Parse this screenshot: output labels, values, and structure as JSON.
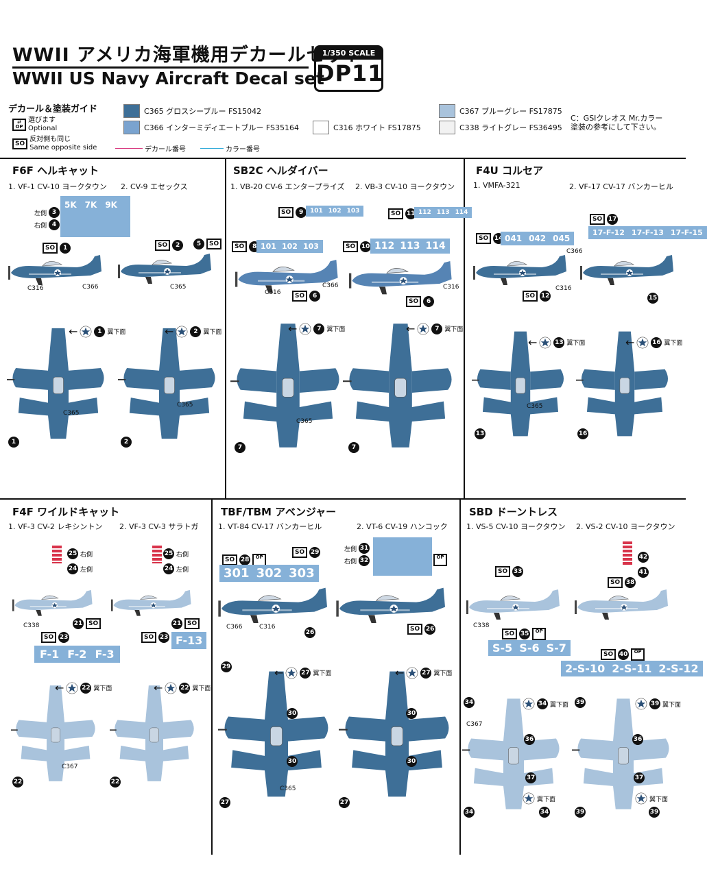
{
  "header": {
    "title_jp": "WWII アメリカ海軍機用デカールセット",
    "title_en": "WWII US Navy Aircraft Decal set",
    "scale": "1/350 SCALE",
    "code": "DP11"
  },
  "guide": {
    "title": "デカール＆塗装ガイド",
    "optional_jp": "選びます",
    "optional_en": "Optional",
    "optional_box": "OP",
    "so_box": "SO",
    "so_jp": "反対側も同じ",
    "so_en": "Same opposite side",
    "decal_line": "デカール番号",
    "color_line": "カラー番号",
    "note": "C：GSIクレオス Mr.カラー\n塗装の参考にして下さい。",
    "colors": [
      {
        "label": "C365 グロスシーブルー FS15042",
        "hex": "#3e6f97"
      },
      {
        "label": "C366 インターミディエートブルー FS35164",
        "hex": "#7aa3cf"
      },
      {
        "label": "C316 ホワイト FS17875",
        "hex": "#ffffff"
      },
      {
        "label": "C367 ブルーグレー FS17875",
        "hex": "#a9c3dc"
      },
      {
        "label": "C338 ライトグレー FS36495",
        "hex": "#f2f2f2"
      }
    ]
  },
  "common": {
    "left": "左側",
    "right": "右側",
    "underside": "翼下面"
  },
  "f6f": {
    "title": "F6F ヘルキャット",
    "v1": "1. VF-1 CV-10 ヨークタウン",
    "v2": "2. CV-9 エセックス",
    "nums": [
      "3",
      "4",
      "1",
      "2",
      "5"
    ],
    "decal": [
      "5K",
      "7K",
      "9K"
    ],
    "colors": [
      "C316",
      "C366",
      "C365",
      "C365",
      "C365"
    ]
  },
  "sb2c": {
    "title": "SB2C ヘルダイバー",
    "v1": "1. VB-20 CV-6 エンタープライズ",
    "v2": "2. VB-3 CV-10 ヨークタウン",
    "nums": [
      "9",
      "8",
      "6",
      "11",
      "10",
      "6",
      "7",
      "7",
      "7",
      "7"
    ],
    "decal_a": [
      "101",
      "102",
      "103"
    ],
    "decal_b": [
      "112",
      "113",
      "114"
    ],
    "colors": [
      "C316",
      "C366",
      "C316",
      "C365"
    ]
  },
  "f4u": {
    "title": "F4U コルセア",
    "v1": "1. VMFA-321",
    "v2": "2. VF-17 CV-17 バンカーヒル",
    "nums": [
      "14",
      "12",
      "17",
      "15",
      "13",
      "13",
      "16",
      "16"
    ],
    "decal_a": [
      "041",
      "042",
      "045"
    ],
    "decal_b": [
      "17-F-12",
      "17-F-13",
      "17-F-15"
    ],
    "colors": [
      "C366",
      "C316",
      "C365"
    ]
  },
  "f4f": {
    "title": "F4F ワイルドキャット",
    "v1": "1. VF-3 CV-2 レキシントン",
    "v2": "2. VF-3 CV-3 サラトガ",
    "nums": [
      "25",
      "24",
      "21",
      "23",
      "22",
      "22"
    ],
    "decal_a": [
      "F-1",
      "F-2",
      "F-3"
    ],
    "decal_b": [
      "F-13"
    ],
    "colors": [
      "C338",
      "C367"
    ]
  },
  "tbf": {
    "title": "TBF/TBM アベンジャー",
    "v1": "1. VT-84 CV-17 バンカーヒル",
    "v2": "2. VT-6 CV-19 ハンコック",
    "nums": [
      "28",
      "29",
      "26",
      "31",
      "32",
      "26",
      "27",
      "30",
      "30",
      "27"
    ],
    "decal": [
      "301",
      "302",
      "303"
    ],
    "colors": [
      "C366",
      "C316",
      "C365"
    ]
  },
  "sbd": {
    "title": "SBD ドーントレス",
    "v1": "1. VS-5 CV-10 ヨークタウン",
    "v2": "2. VS-2 CV-10 ヨークタウン",
    "nums": [
      "33",
      "35",
      "38",
      "40",
      "42",
      "41",
      "34",
      "36",
      "37",
      "39"
    ],
    "decal_a": [
      "S-5",
      "S-6",
      "S-7"
    ],
    "decal_b": [
      "2-S-10",
      "2-S-11",
      "2-S-12"
    ],
    "colors": [
      "C338",
      "C367"
    ]
  }
}
